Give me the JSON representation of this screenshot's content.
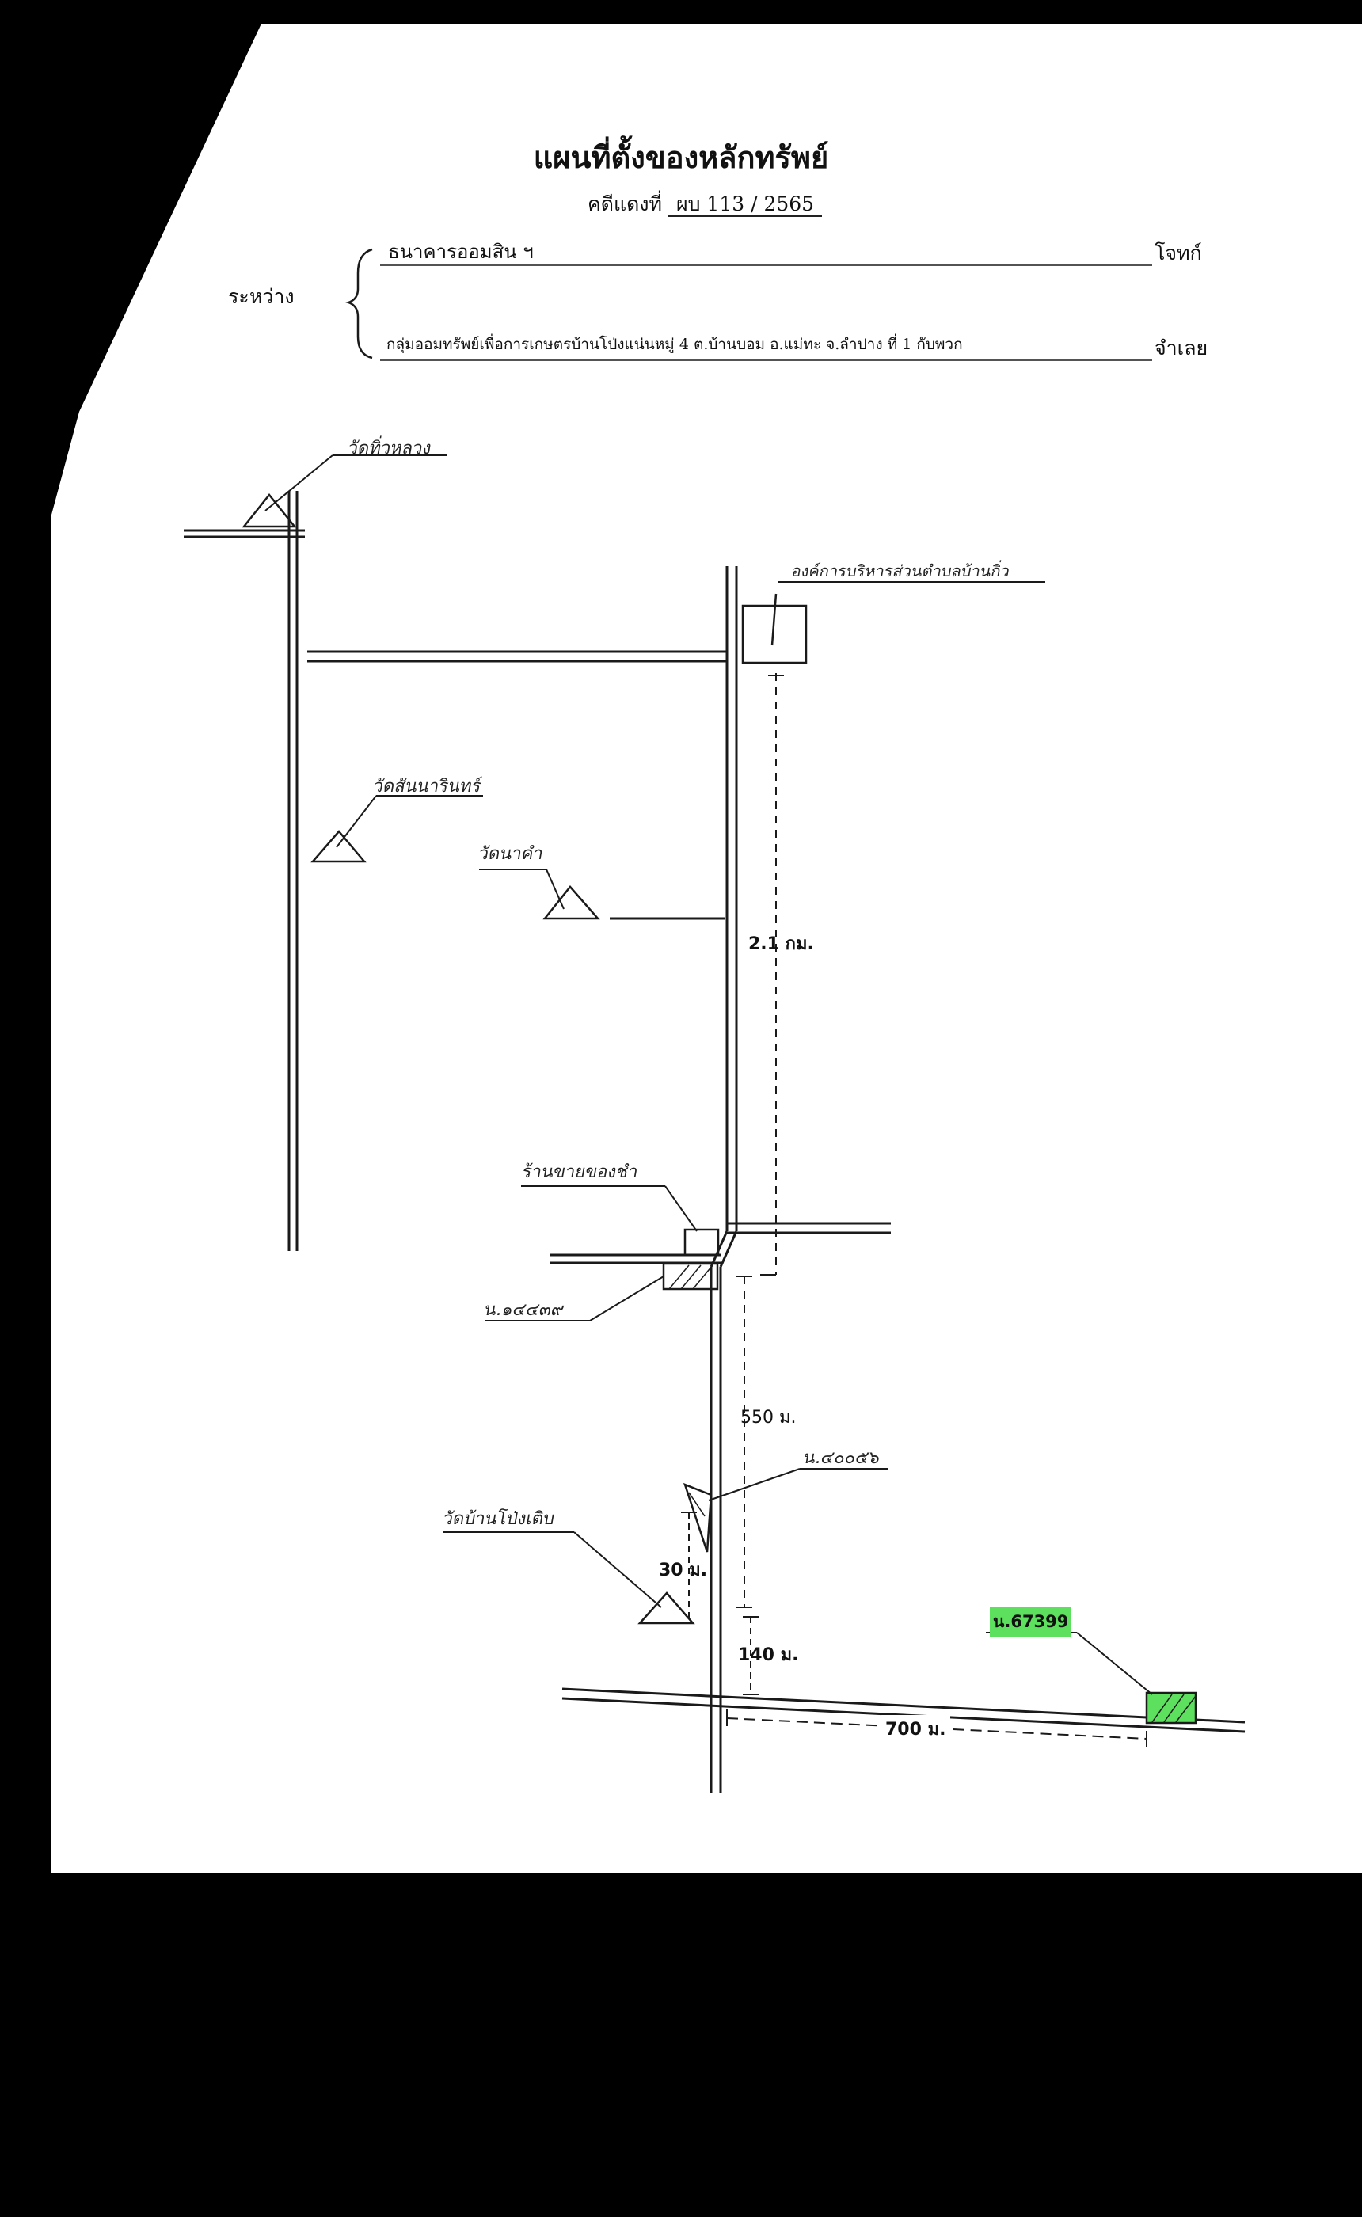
{
  "header": {
    "title": "แผนที่ตั้งของหลักทรัพย์",
    "case_label": "คดีแดงที่",
    "case_number": "ผบ 113 / 2565",
    "between_label": "ระหว่าง",
    "plaintiff": {
      "name": "ธนาคารออมสิน ฯ",
      "role": "โจทก์"
    },
    "defendant": {
      "name": "กลุ่มออมทรัพย์เพื่อการเกษตรบ้านโป่งแน่นหมู่ 4 ต.บ้านบอม อ.แม่ทะ จ.ลำปาง ที่ 1 กับพวก",
      "role": "จำเลย"
    }
  },
  "landmarks": {
    "temple_1": "วัดทิ่วหลวง",
    "office": "องค์การบริหารส่วนตำบลบ้านกิ่ว",
    "temple_2": "วัดสันนารินทร์",
    "temple_3": "วัดนาคำ",
    "shop": "ร้านขายของชำ",
    "deed_1": "น.๑๔๔๓๙",
    "deed_2": "น.๔๐๐๕๖",
    "temple_4": "วัดบ้านโป่งเติบ",
    "deed_target": "น.67399"
  },
  "distances": {
    "d1": "2.1 กม.",
    "d2": "550 ม.",
    "d3": "30 ม.",
    "d4": "140 ม.",
    "d5": "700 ม."
  },
  "colors": {
    "highlight": "#5de05d",
    "ink": "#1a1a1a",
    "paper": "#ffffff"
  }
}
